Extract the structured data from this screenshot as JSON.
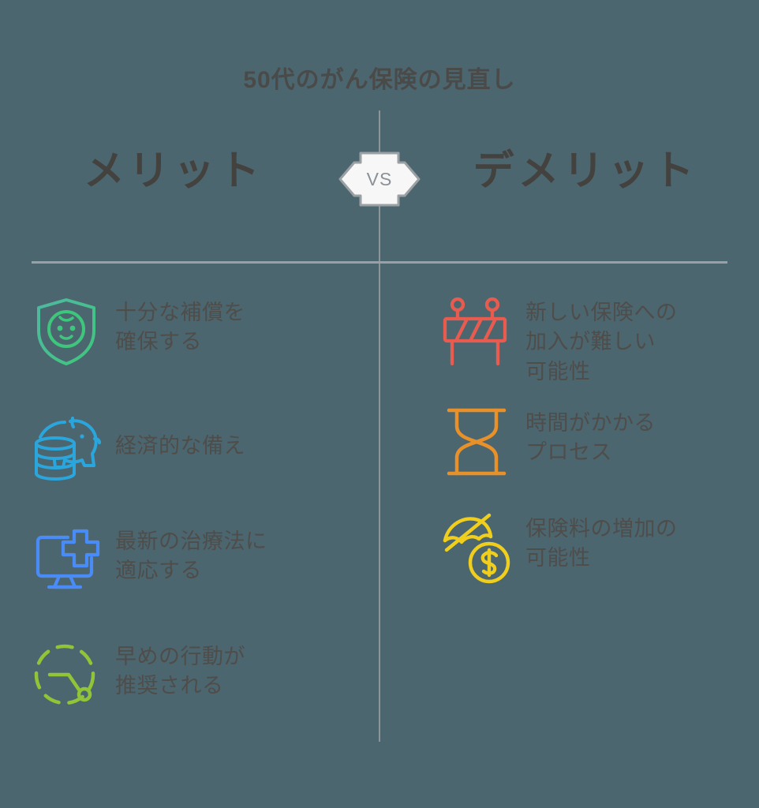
{
  "title": "50代のがん保険の見直し",
  "badge": {
    "label": "VS"
  },
  "columns": {
    "left": {
      "heading": "メリット",
      "items": [
        {
          "icon": "shield-face-icon",
          "color": "#3ec07c",
          "label": "十分な補償を\n確保する"
        },
        {
          "icon": "piggy-bank-coins-icon",
          "color": "#2ba6dd",
          "label": "経済的な備え"
        },
        {
          "icon": "monitor-medical-cross-icon",
          "color": "#4a8cf7",
          "label": "最新の治療法に\n適応する"
        },
        {
          "icon": "dashed-clock-icon",
          "color": "#91c437",
          "label": "早めの行動が\n推奨される"
        }
      ]
    },
    "right": {
      "heading": "デメリット",
      "items": [
        {
          "icon": "road-barrier-icon",
          "color": "#e85b4f",
          "label": "新しい保険への\n加入が難しい\n可能性"
        },
        {
          "icon": "hourglass-icon",
          "color": "#e8912a",
          "label": "時間がかかる\nプロセス"
        },
        {
          "icon": "umbrella-slash-coin-icon",
          "color": "#f0ce1e",
          "label": "保険料の増加の\n可能性"
        }
      ]
    }
  },
  "colors": {
    "background": "#4c6670",
    "text": "#4e4d4a",
    "divider": "#9aa0a3",
    "badge_fill": "#f7f7f7",
    "badge_stroke": "#9aa0a3"
  }
}
